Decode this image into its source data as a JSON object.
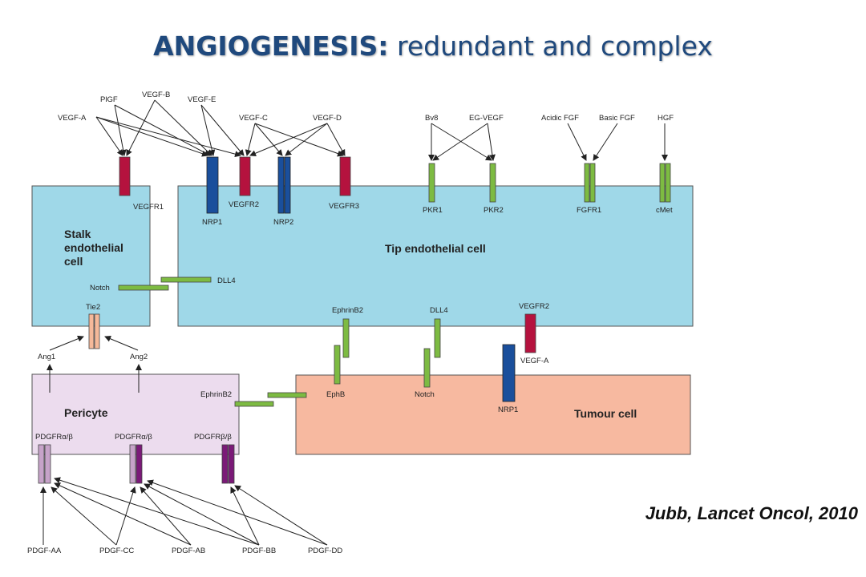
{
  "title": {
    "bold": "ANGIOGENESIS:",
    "rest": " redundant and complex"
  },
  "citation": "Jubb, Lancet Oncol, 2010",
  "cells": {
    "stalk": [
      "Stalk",
      "endothelial",
      "cell"
    ],
    "tip": "Tip endothelial cell",
    "pericyte": "Pericyte",
    "tumour": "Tumour cell"
  },
  "ligands_top": {
    "vegf_a": "VEGF-A",
    "pigf": "PlGF",
    "vegf_b": "VEGF-B",
    "vegf_e": "VEGF-E",
    "vegf_c": "VEGF-C",
    "vegf_d": "VEGF-D",
    "bv8": "Bv8",
    "eg_vegf": "EG-VEGF",
    "acidic_fgf": "Acidic FGF",
    "basic_fgf": "Basic FGF",
    "hgf": "HGF"
  },
  "receptors_top": {
    "vegfr1": "VEGFR1",
    "nrp1": "NRP1",
    "vegfr2": "VEGFR2",
    "nrp2": "NRP2",
    "vegfr3": "VEGFR3",
    "pkr1": "PKR1",
    "pkr2": "PKR2",
    "fgfr1": "FGFR1",
    "cmet": "cMet"
  },
  "middle": {
    "notch_stalk": "Notch",
    "dll4_tip": "DLL4",
    "tie2": "Tie2",
    "ang1": "Ang1",
    "ang2": "Ang2"
  },
  "interface": {
    "ephrinb2_tip": "EphrinB2",
    "dll4_tip2": "DLL4",
    "vegfr2_tip": "VEGFR2",
    "vegf_a_tumour": "VEGF-A",
    "ephb": "EphB",
    "notch_tumour": "Notch",
    "nrp1_tumour": "NRP1",
    "ephrinb2_pericyte": "EphrinB2"
  },
  "pdgf_receptors": {
    "r1": "PDGFRα/β",
    "r2": "PDGFRα/β",
    "r3": "PDGFRβ/β"
  },
  "pdgf_ligands": {
    "aa": "PDGF-AA",
    "cc": "PDGF-CC",
    "ab": "PDGF-AB",
    "bb": "PDGF-BB",
    "dd": "PDGF-DD"
  },
  "colors": {
    "title": "#1f497d",
    "endothelial_fill": "#9fd8e8",
    "pericyte_fill": "#ecdcee",
    "tumour_fill": "#f7b9a0",
    "vegfr_red": "#b5123e",
    "nrp_blue": "#1a4f9c",
    "green_receptor": "#7dbb42",
    "tie2_fill": "#f5b99a",
    "pdgfr_light": "#c7a3c9",
    "pdgfr_dark": "#7b1a78"
  }
}
